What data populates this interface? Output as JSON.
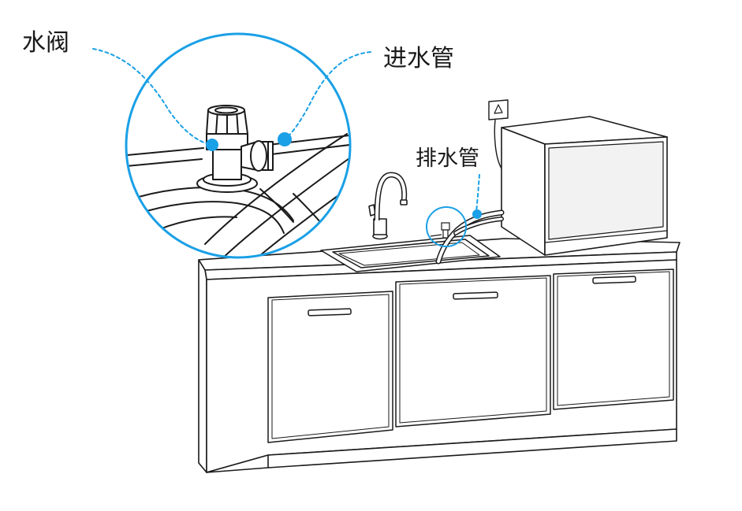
{
  "labels": {
    "valve": "水阀",
    "inlet_pipe": "进水管",
    "drain_pipe": "排水管"
  },
  "colors": {
    "line": "#1a1a1a",
    "accent": "#1aa0e6",
    "appliance_panel": "#f2f2f2",
    "background": "#ffffff"
  }
}
